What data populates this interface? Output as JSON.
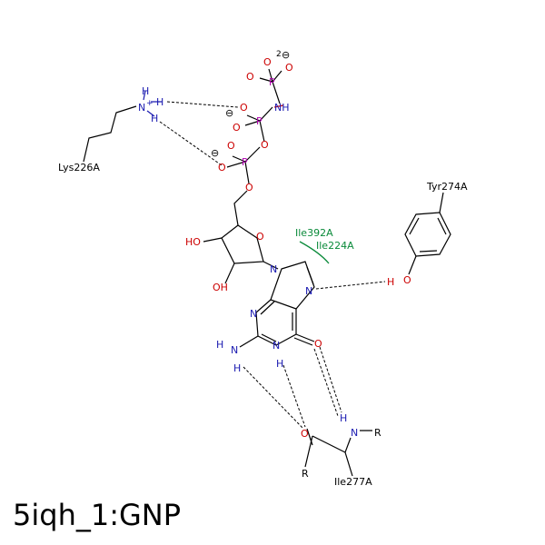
{
  "caption": "5iqh_1:GNP",
  "residues": {
    "lys": "Lys226A",
    "tyr": "Tyr274A",
    "ile277": "Ile277A",
    "ile392": "Ile392A",
    "ile224": "Ile224A"
  },
  "atoms": {
    "nplus": "N",
    "plus": "+",
    "h": "H",
    "o": "O",
    "p": "P",
    "n": "N",
    "nh": "NH",
    "oh": "OH",
    "ho": "HO",
    "r": "R",
    "minus": "⊖",
    "two": "2"
  },
  "colors": {
    "carbon": "#000000",
    "nitrogen": "#1a1ab0",
    "oxygen": "#cc0000",
    "phosphorus": "#b000b0",
    "hydrophobic": "#0a8a3a"
  }
}
